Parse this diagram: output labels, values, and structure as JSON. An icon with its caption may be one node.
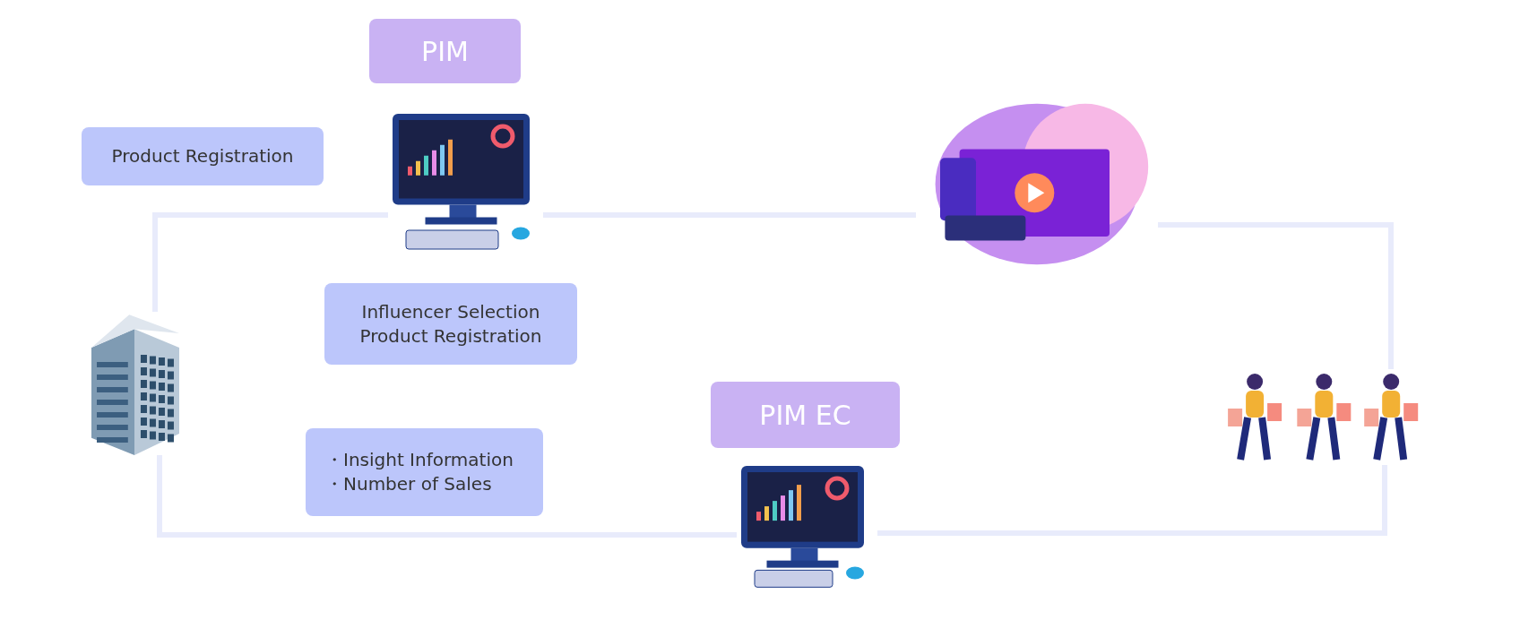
{
  "diagram": {
    "nodes": [
      {
        "text": [
          "PIM"
        ]
      },
      {
        "text": [
          "Product Registration"
        ]
      },
      {
        "text": [],
        "shape": "picture"
      },
      {
        "text": [],
        "shape": "picture"
      },
      {
        "text": [],
        "shape": "picture"
      },
      {
        "text": [
          "Influencer Selection Product Registration"
        ]
      },
      {
        "text": [],
        "shape": "picture"
      },
      {
        "text": [
          "・Insight Information",
          "・Number of Sales"
        ]
      },
      {
        "text": [
          "PIM EC"
        ]
      },
      {
        "text": [],
        "shape": "picture"
      }
    ],
    "edges": [
      {
        "from": 4,
        "to": 2,
        "arrow": "none"
      },
      {
        "from": 2,
        "to": 3,
        "arrow": "none"
      },
      {
        "from": 3,
        "to": 6,
        "arrow": "none"
      },
      {
        "from": 6,
        "to": 9,
        "arrow": "none"
      },
      {
        "from": 9,
        "to": 4,
        "arrow": "none"
      }
    ]
  }
}
